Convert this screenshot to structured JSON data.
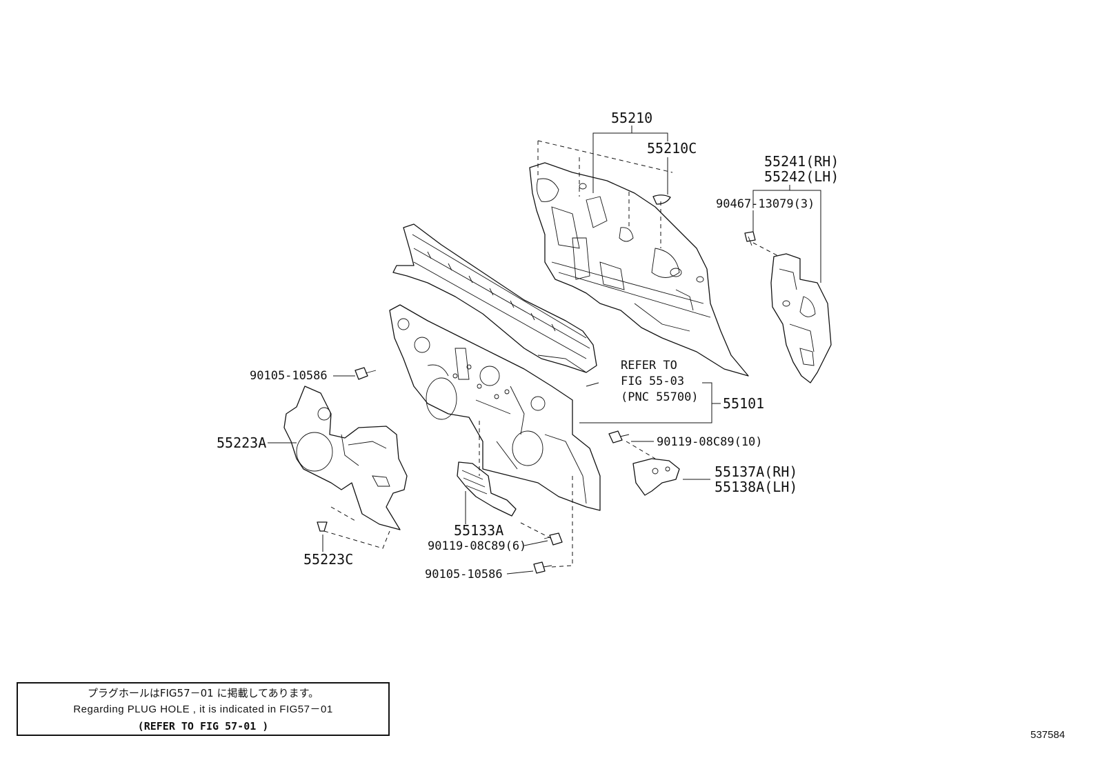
{
  "parts": {
    "p55210": "55210",
    "p55210C": "55210C",
    "p55241": "55241(RH)",
    "p55242": "55242(LH)",
    "p90467": "90467-13079(3)",
    "p90105_top": "90105-10586",
    "p55223A": "55223A",
    "p55223C": "55223C",
    "refer_line1": "REFER TO",
    "refer_line2": "FIG 55-03",
    "refer_line3": "(PNC 55700)",
    "p55101": "55101",
    "p90119_10": "90119-08C89(10)",
    "p55137A": "55137A(RH)",
    "p55138A": "55138A(LH)",
    "p55133A": "55133A",
    "p90119_6": "90119-08C89(6)",
    "p90105_bottom": "90105-10586"
  },
  "note": {
    "line_jp": "プラグホールはFIG57－01 に掲載してあります。",
    "line_en": "Regarding  PLUG HOLE , it is indicated in FIG57－01",
    "line_ref": "(REFER TO FIG 57-01  )"
  },
  "figure_id": "537584"
}
